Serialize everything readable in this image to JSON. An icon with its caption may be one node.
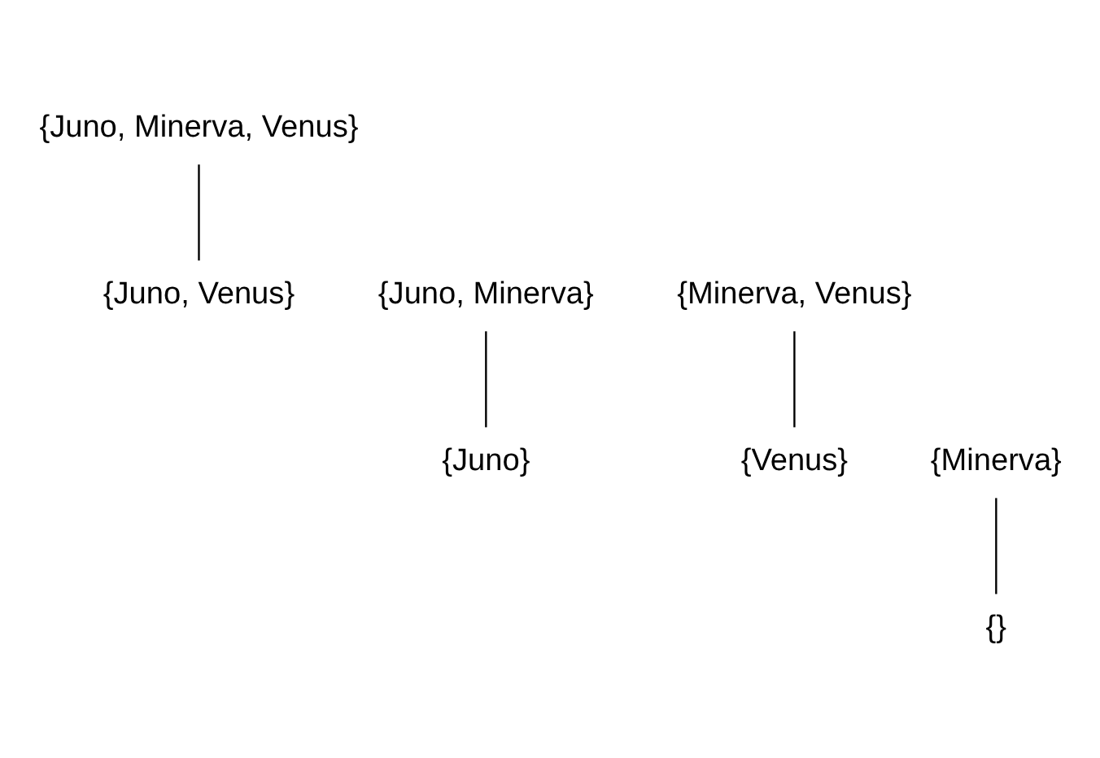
{
  "diagram": {
    "nodes": [
      {
        "text": [
          "{Juno, Minerva, Venus}"
        ]
      },
      {
        "text": [
          "{Juno, Minerva}"
        ]
      },
      {
        "text": [
          "{Juno, Venus}"
        ]
      },
      {
        "text": [
          "{Minerva, Venus}"
        ]
      },
      {
        "text": [
          "{Juno}"
        ]
      },
      {
        "text": [
          "{Minerva}"
        ]
      },
      {
        "text": [
          "{Venus}"
        ]
      },
      {
        "text": [
          "{}"
        ]
      }
    ],
    "edges": [
      {
        "from": 0,
        "to": 2,
        "arrow": "none"
      },
      {
        "from": 1,
        "to": 4,
        "arrow": "none"
      },
      {
        "from": 3,
        "to": 6,
        "arrow": "none"
      },
      {
        "from": 5,
        "to": 7,
        "arrow": "none"
      }
    ]
  }
}
